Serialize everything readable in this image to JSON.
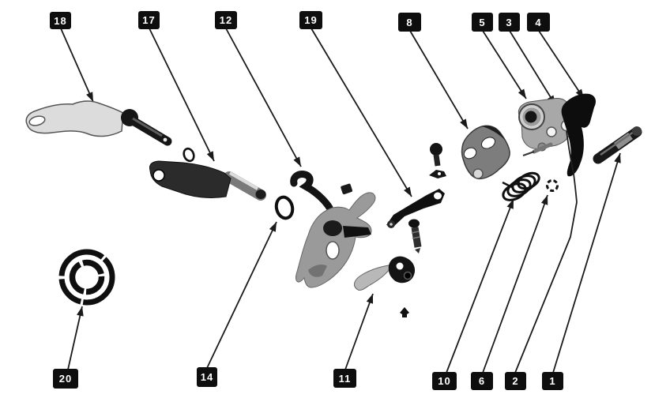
{
  "figure": {
    "type": "exploded-parts-diagram",
    "background": "#ffffff",
    "label_bg": "#0e0e0e",
    "label_fg": "#ffffff",
    "line_color": "#1a1a1a"
  },
  "callouts": [
    {
      "number": "18",
      "part": "lever-with-pin"
    },
    {
      "number": "17",
      "part": "arm-with-cylinder-pin"
    },
    {
      "number": "12",
      "part": "s-hook"
    },
    {
      "number": "19",
      "part": "pointer-blade"
    },
    {
      "number": "8",
      "part": "bracket-two-holes"
    },
    {
      "number": "5",
      "part": "bushing-boss"
    },
    {
      "number": "3",
      "part": "pivot-plate"
    },
    {
      "number": "4",
      "part": "trigger-body"
    },
    {
      "number": "20",
      "part": "washer"
    },
    {
      "number": "14",
      "part": "o-ring"
    },
    {
      "number": "11",
      "part": "curved-link"
    },
    {
      "number": "10",
      "part": "coil-spring"
    },
    {
      "number": "6",
      "part": "snap-ring"
    },
    {
      "number": "2",
      "part": "wire-spring"
    },
    {
      "number": "1",
      "part": "pivot-pin"
    }
  ]
}
